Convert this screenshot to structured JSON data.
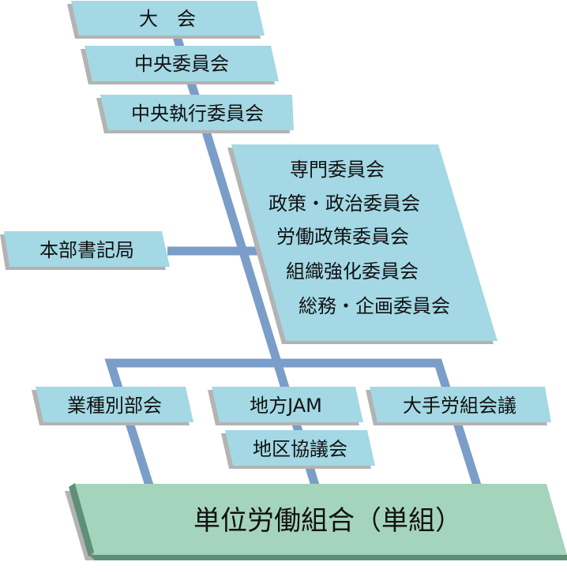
{
  "title": "組織図",
  "colors": {
    "box": "#A3D8E4",
    "shadow": "#B3B3B3",
    "line": "#7B9DC9",
    "base_top": "#A5D4BC",
    "base_side": "#5E9078"
  },
  "nodes": {
    "taikai": "大　会",
    "chuo_iinkai": "中央委員会",
    "chuo_shikko": "中央執行委員会",
    "committees": [
      "専門委員会",
      "政策・政治委員会",
      "労働政策委員会",
      "組織強化委員会",
      "総務・企画委員会"
    ],
    "honbu": "本部書記局",
    "gyoshu": "業種別部会",
    "chiho": "地方JAM",
    "chiku": "地区協議会",
    "ote": "大手労組会議",
    "tanso": "単位労働組合（単組）"
  }
}
